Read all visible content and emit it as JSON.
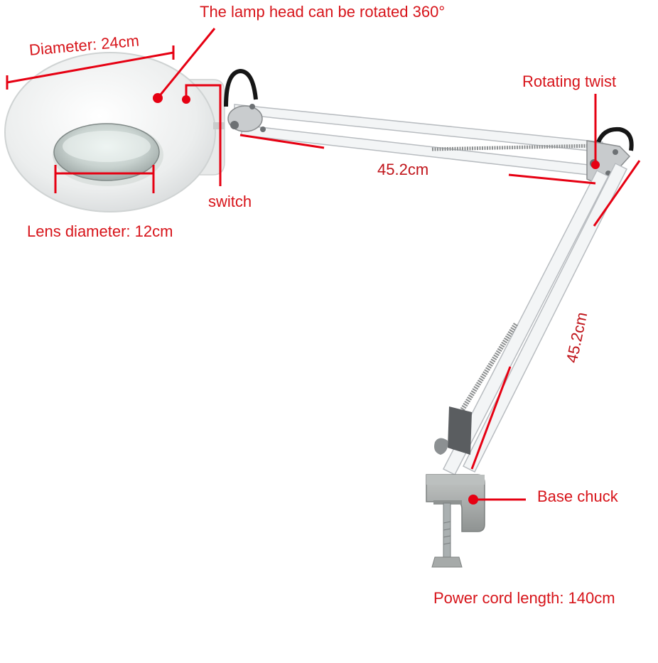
{
  "labels": {
    "head_rotation": "The lamp head can be rotated 360°",
    "diameter": "Diameter: 24cm",
    "switch": "switch",
    "lens_diameter": "Lens diameter: 12cm",
    "rotating_twist": "Rotating twist",
    "upper_arm_length": "45.2cm",
    "lower_arm_length": "45.2cm",
    "base_chuck": "Base chuck",
    "power_cord": "Power cord length: 140cm"
  },
  "colors": {
    "annotation_text": "#d7141a",
    "annotation_line": "#e60012",
    "measure_text": "#c0141a",
    "lamp_body": "#f4f6f5",
    "arm_edge": "#b8bcc0",
    "clamp_gray": "#a9acab",
    "knob_black": "#1b1b1b"
  },
  "icons": [
    "magnifier-lamp-illustration",
    "callout-dot-icon"
  ]
}
